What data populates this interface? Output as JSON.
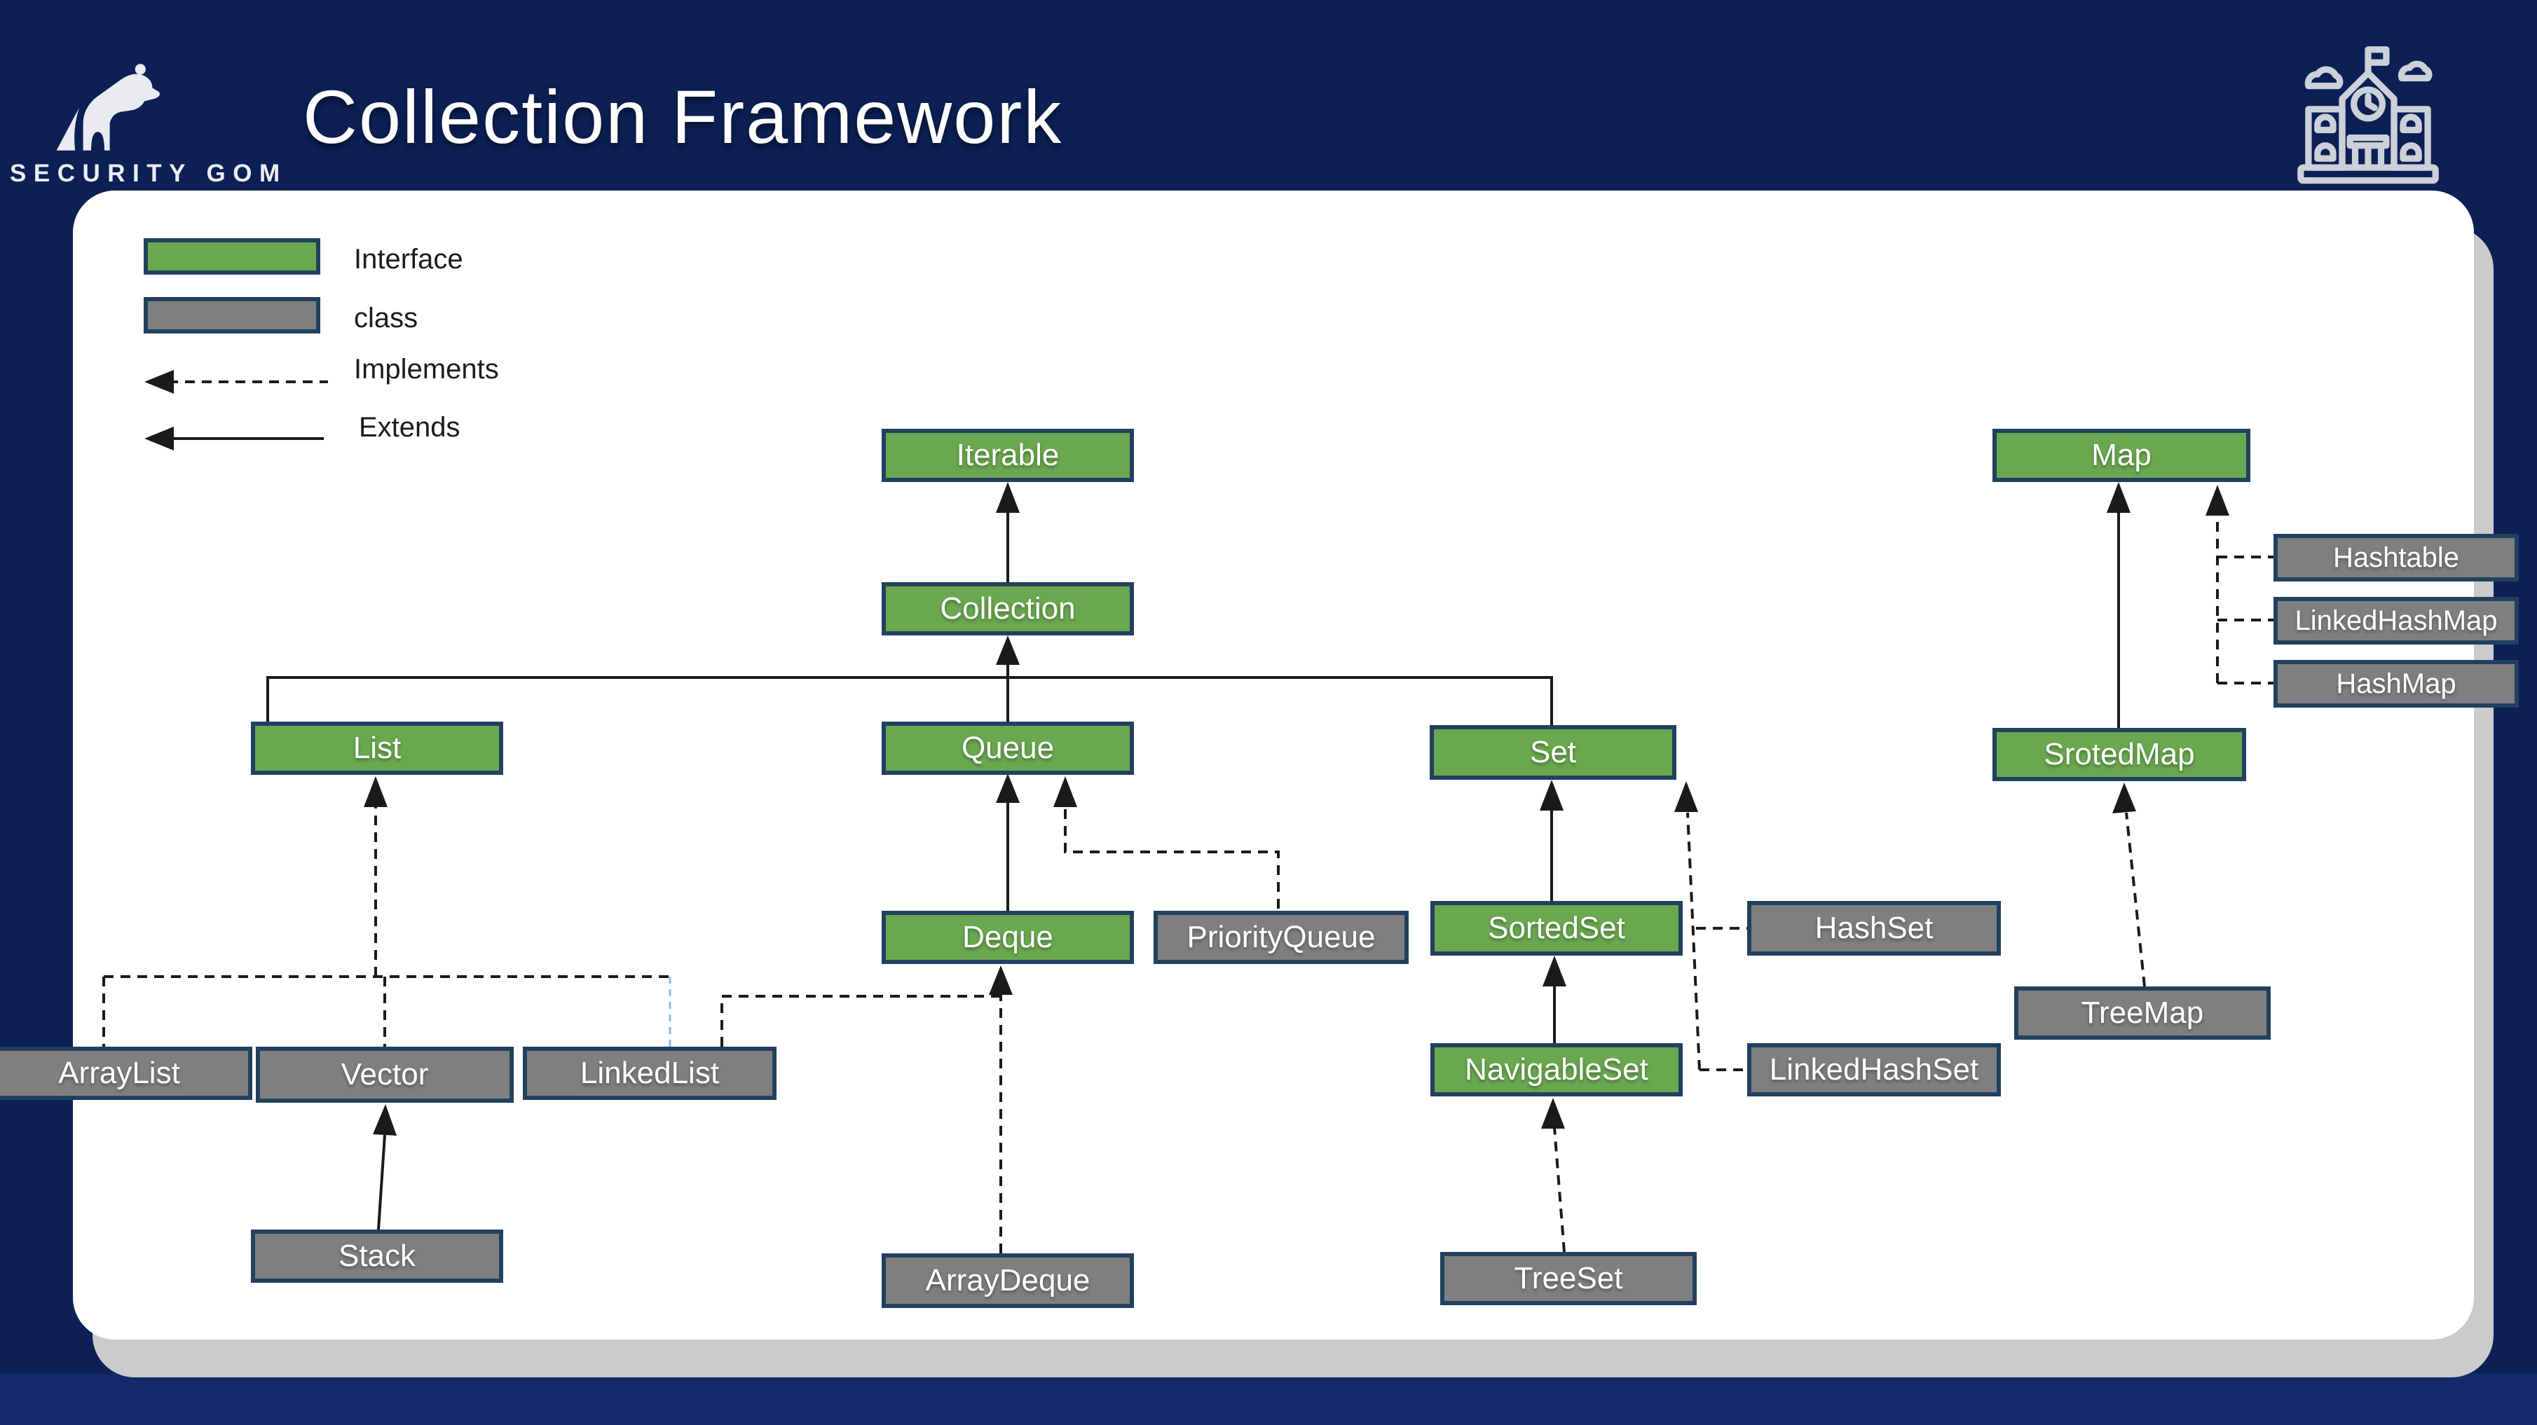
{
  "header": {
    "brand": "SECURITY GOM",
    "title": "Collection Framework"
  },
  "legend": {
    "interface": "Interface",
    "class": "class",
    "implements": "Implements",
    "extends": "Extends"
  },
  "colors": {
    "background": "#0c2055",
    "bottom_strip": "#12296a",
    "panel": "#ffffff",
    "panel_shadow": "#cbcbcb",
    "interface_fill": "#6aa84f",
    "class_fill": "#7f7f7f",
    "box_border": "#22405f",
    "connector": "#1a1a1a",
    "implements_alt_blue": "#8fb9e2",
    "icon_line": "#ccd0d8"
  },
  "icons": {
    "brand_logo": "polar-bear-icon",
    "top_right": "school-building-icon"
  },
  "nodes": {
    "iterable": {
      "label": "Iterable",
      "type": "interface"
    },
    "collection": {
      "label": "Collection",
      "type": "interface"
    },
    "list": {
      "label": "List",
      "type": "interface"
    },
    "queue": {
      "label": "Queue",
      "type": "interface"
    },
    "set": {
      "label": "Set",
      "type": "interface"
    },
    "map": {
      "label": "Map",
      "type": "interface"
    },
    "srotedmap": {
      "label": "SrotedMap",
      "type": "interface"
    },
    "deque": {
      "label": "Deque",
      "type": "interface"
    },
    "sortedset": {
      "label": "SortedSet",
      "type": "interface"
    },
    "navigableset": {
      "label": "NavigableSet",
      "type": "interface"
    },
    "hashtable": {
      "label": "Hashtable",
      "type": "class"
    },
    "linkedhashmap": {
      "label": "LinkedHashMap",
      "type": "class"
    },
    "hashmap": {
      "label": "HashMap",
      "type": "class"
    },
    "priorityqueue": {
      "label": "PriorityQueue",
      "type": "class"
    },
    "hashset": {
      "label": "HashSet",
      "type": "class"
    },
    "linkedhashset": {
      "label": "LinkedHashSet",
      "type": "class"
    },
    "treemap": {
      "label": "TreeMap",
      "type": "class"
    },
    "arraylist": {
      "label": "ArrayList",
      "type": "class"
    },
    "vector": {
      "label": "Vector",
      "type": "class"
    },
    "linkedlist": {
      "label": "LinkedList",
      "type": "class"
    },
    "stack": {
      "label": "Stack",
      "type": "class"
    },
    "arraydeque": {
      "label": "ArrayDeque",
      "type": "class"
    },
    "treeset": {
      "label": "TreeSet",
      "type": "class"
    }
  },
  "edges": [
    {
      "from": "Collection",
      "to": "Iterable",
      "kind": "extends"
    },
    {
      "from": "List",
      "to": "Collection",
      "kind": "extends"
    },
    {
      "from": "Queue",
      "to": "Collection",
      "kind": "extends"
    },
    {
      "from": "Set",
      "to": "Collection",
      "kind": "extends"
    },
    {
      "from": "Deque",
      "to": "Queue",
      "kind": "extends"
    },
    {
      "from": "PriorityQueue",
      "to": "Queue",
      "kind": "implements"
    },
    {
      "from": "ArrayList",
      "to": "List",
      "kind": "implements"
    },
    {
      "from": "Vector",
      "to": "List",
      "kind": "implements"
    },
    {
      "from": "LinkedList",
      "to": "List",
      "kind": "implements"
    },
    {
      "from": "LinkedList",
      "to": "Deque",
      "kind": "implements"
    },
    {
      "from": "ArrayDeque",
      "to": "Deque",
      "kind": "implements"
    },
    {
      "from": "Stack",
      "to": "Vector",
      "kind": "extends"
    },
    {
      "from": "SortedSet",
      "to": "Set",
      "kind": "extends"
    },
    {
      "from": "HashSet",
      "to": "Set",
      "kind": "implements"
    },
    {
      "from": "LinkedHashSet",
      "to": "Set",
      "kind": "implements"
    },
    {
      "from": "NavigableSet",
      "to": "SortedSet",
      "kind": "extends"
    },
    {
      "from": "TreeSet",
      "to": "NavigableSet",
      "kind": "implements"
    },
    {
      "from": "SrotedMap",
      "to": "Map",
      "kind": "extends"
    },
    {
      "from": "Hashtable",
      "to": "Map",
      "kind": "implements"
    },
    {
      "from": "LinkedHashMap",
      "to": "Map",
      "kind": "implements"
    },
    {
      "from": "HashMap",
      "to": "Map",
      "kind": "implements"
    },
    {
      "from": "TreeMap",
      "to": "SrotedMap",
      "kind": "implements"
    }
  ]
}
